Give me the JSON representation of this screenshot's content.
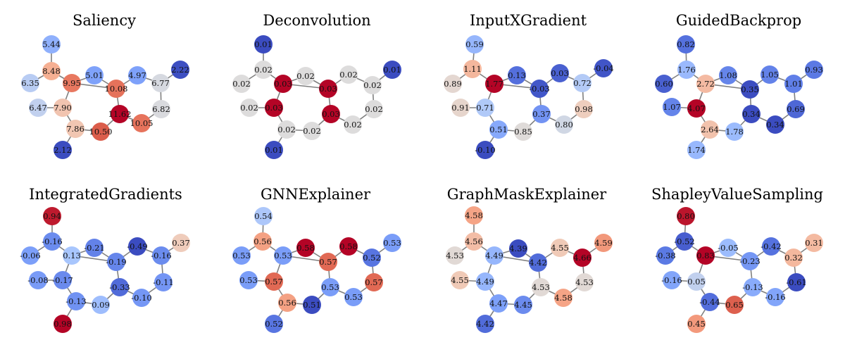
{
  "panels": [
    {
      "title": "Saliency",
      "node_values": [
        "5.44",
        "8.48",
        "6.35",
        "9.95",
        "5.01",
        "4.97",
        "2.22",
        "10.08",
        "6.77",
        "6.47",
        "7.90",
        "11.62",
        "6.82",
        "7.86",
        "10.50",
        "10.05",
        "2.12"
      ]
    },
    {
      "title": "Deconvolution",
      "node_values": [
        "0.01",
        "0.02",
        "0.02",
        "0.03",
        "0.02",
        "0.02",
        "0.01",
        "0.03",
        "0.02",
        "0.02",
        "0.03",
        "0.03",
        "0.02",
        "0.02",
        "0.02",
        "0.02",
        "0.01"
      ]
    },
    {
      "title": "InputXGradient",
      "node_values": [
        "0.59",
        "1.11",
        "0.89",
        "1.77",
        "0.13",
        "0.03",
        "-0.04",
        "-0.03",
        "0.72",
        "0.91",
        "0.71",
        "0.37",
        "0.98",
        "0.51",
        "0.85",
        "0.80",
        "-0.10"
      ]
    },
    {
      "title": "GuidedBackprop",
      "node_values": [
        "0.82",
        "1.76",
        "0.60",
        "2.72",
        "1.08",
        "1.05",
        "0.93",
        "0.35",
        "1.01",
        "1.07",
        "4.07",
        "0.34",
        "0.69",
        "2.64",
        "1.78",
        "0.34",
        "1.74"
      ]
    },
    {
      "title": "IntegratedGradients",
      "node_values": [
        "0.94",
        "-0.16",
        "-0.06",
        "0.13",
        "-0.21",
        "-0.49",
        "0.37",
        "-0.19",
        "-0.16",
        "-0.08",
        "-0.17",
        "-0.33",
        "-0.11",
        "-0.13",
        "0.09",
        "-0.10",
        "0.98"
      ]
    },
    {
      "title": "GNNExplainer",
      "node_values": [
        "0.54",
        "0.56",
        "0.53",
        "0.53",
        "0.58",
        "0.58",
        "0.53",
        "0.57",
        "0.52",
        "0.53",
        "0.57",
        "0.53",
        "0.57",
        "0.56",
        "0.51",
        "0.53",
        "0.52"
      ]
    },
    {
      "title": "GraphMaskExplainer",
      "node_values": [
        "4.58",
        "4.56",
        "4.53",
        "4.49",
        "4.39",
        "4.55",
        "4.59",
        "4.42",
        "4.66",
        "4.55",
        "4.49",
        "4.53",
        "4.53",
        "4.47",
        "4.45",
        "4.58",
        "4.42"
      ]
    },
    {
      "title": "ShapleyValueSampling",
      "node_values": [
        "0.80",
        "-0.52",
        "-0.38",
        "0.83",
        "-0.05",
        "-0.42",
        "0.31",
        "-0.23",
        "0.32",
        "-0.16",
        "0.05",
        "-0.13",
        "-0.61",
        "-0.44",
        "0.65",
        "-0.16",
        "0.45"
      ]
    }
  ],
  "colors": {
    "low": "#3b4cc0",
    "mid": "#dddcdc",
    "high": "#b40426",
    "edge": "#808080"
  }
}
